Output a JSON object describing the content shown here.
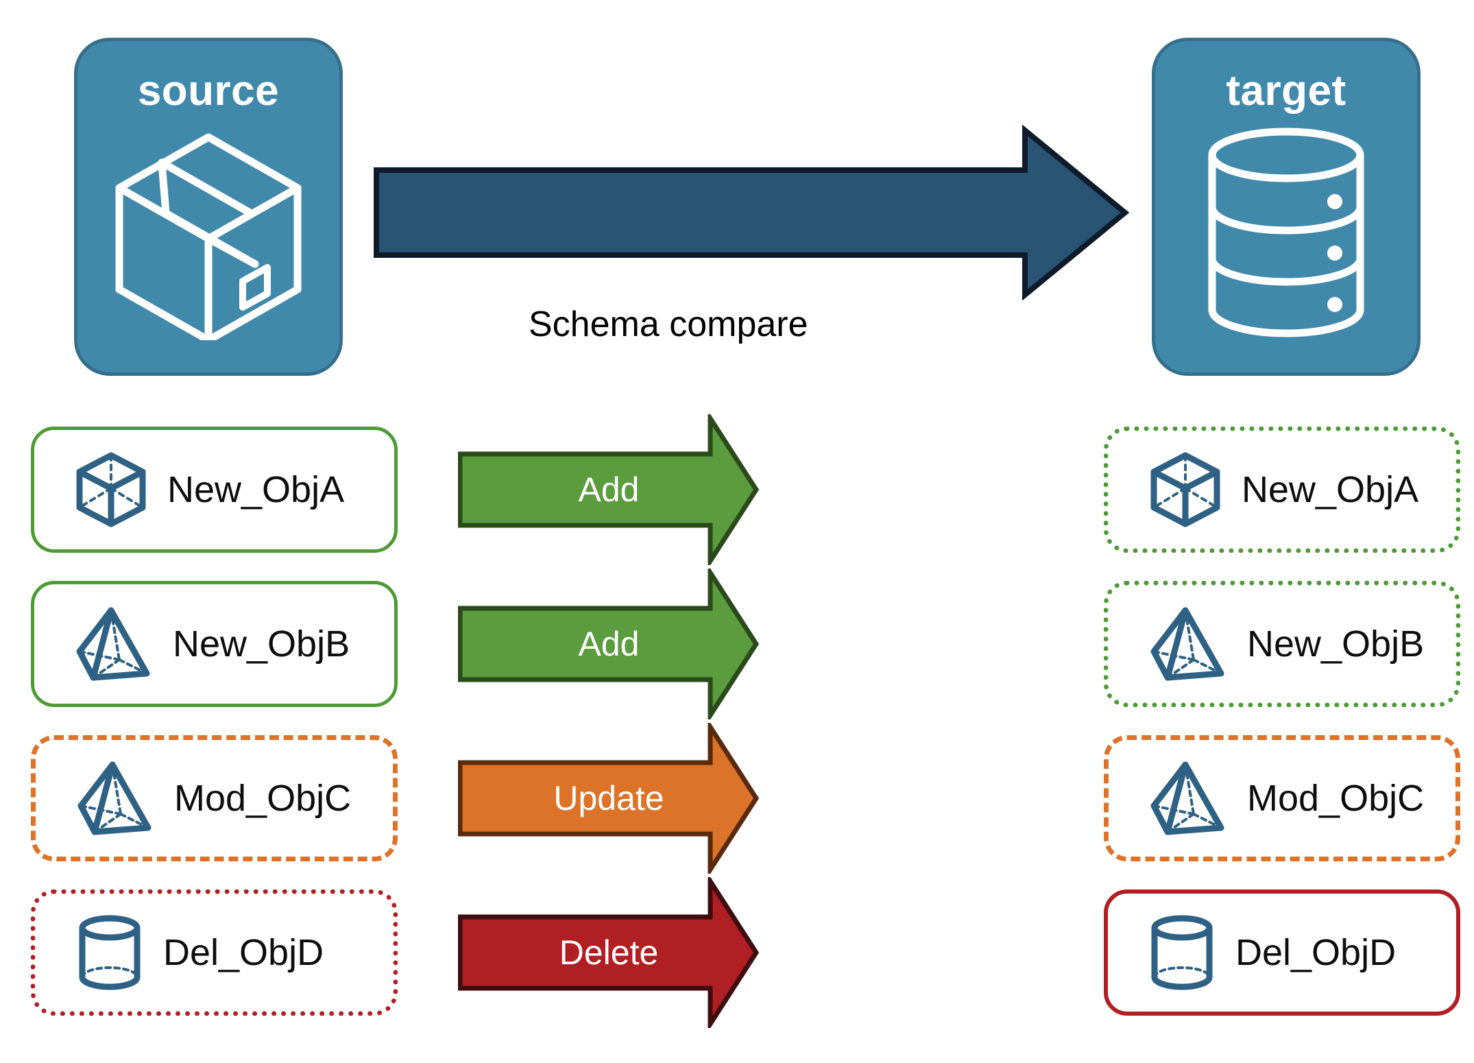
{
  "diagram": {
    "title_hidden": "",
    "source_panel": {
      "label": "source",
      "icon": "package-box-icon",
      "fill": "#4189ab",
      "stroke": "#356f8b"
    },
    "target_panel": {
      "label": "target",
      "icon": "database-cylinder-icon",
      "fill": "#4189ab",
      "stroke": "#356f8b"
    },
    "compare_arrow": {
      "label": "Schema compare",
      "fill": "#2a5473",
      "stroke": "#0e1b2a",
      "text_color": "#ffffff"
    },
    "rows": [
      {
        "action": "Add",
        "arrow_fill": "#5b9c3e",
        "arrow_stroke": "#2b4a1b",
        "source": {
          "label": "New_ObjA",
          "icon": "cube-wireframe-icon",
          "border_style": "solid",
          "border_color": "#4e9a35"
        },
        "target": {
          "label": "New_ObjA",
          "icon": "cube-wireframe-icon",
          "border_style": "dotted",
          "border_color": "#4e9a35"
        }
      },
      {
        "action": "Add",
        "arrow_fill": "#5b9c3e",
        "arrow_stroke": "#2b4a1b",
        "source": {
          "label": "New_ObjB",
          "icon": "pyramid-wireframe-icon",
          "border_style": "solid",
          "border_color": "#4e9a35"
        },
        "target": {
          "label": "New_ObjB",
          "icon": "pyramid-wireframe-icon",
          "border_style": "dotted",
          "border_color": "#4e9a35"
        }
      },
      {
        "action": "Update",
        "arrow_fill": "#dd7328",
        "arrow_stroke": "#592b0c",
        "source": {
          "label": "Mod_ObjC",
          "icon": "pyramid-wireframe-icon",
          "border_style": "dashed",
          "border_color": "#dd7328"
        },
        "target": {
          "label": "Mod_ObjC",
          "icon": "pyramid-wireframe-icon",
          "border_style": "dashed",
          "border_color": "#dd7328"
        }
      },
      {
        "action": "Delete",
        "arrow_fill": "#b01f24",
        "arrow_stroke": "#3f0d0f",
        "source": {
          "label": "Del_ObjD",
          "icon": "cylinder-wireframe-icon",
          "border_style": "dotted",
          "border_color": "#b01f24"
        },
        "target": {
          "label": "Del_ObjD",
          "icon": "cylinder-wireframe-icon",
          "border_style": "solid",
          "border_color": "#b01f24"
        }
      }
    ],
    "palette": {
      "panel_blue": "#4189ab",
      "panel_blue_stroke": "#356f8b",
      "icon_blue": "#2e6183",
      "add_green": "#5b9c3e",
      "update_orange": "#dd7328",
      "delete_red": "#b01f24",
      "compare_navy": "#2a5473",
      "background": "#ffffff"
    }
  }
}
